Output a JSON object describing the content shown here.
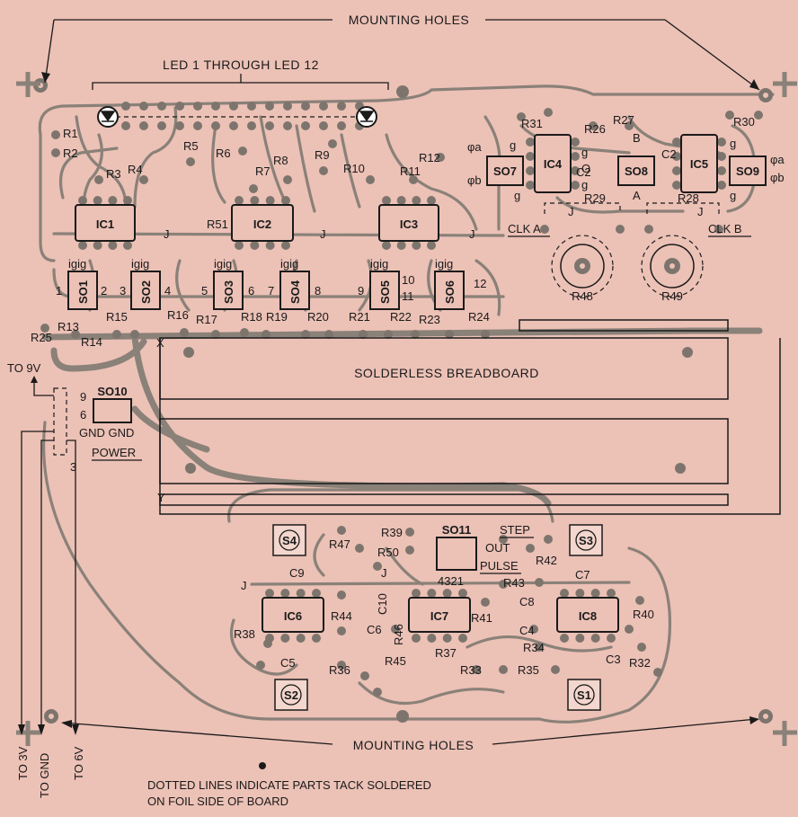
{
  "colors": {
    "board": "#ecc1b6",
    "trace": "#8a8178",
    "ink": "#1a1a1a"
  },
  "headers": {
    "mounting_holes_top": "MOUNTING HOLES",
    "mounting_holes_bottom": "MOUNTING HOLES",
    "leds": "LED 1 THROUGH LED 12",
    "breadboard": "SOLDERLESS BREADBOARD",
    "note_line1": "DOTTED LINES INDICATE PARTS TACK SOLDERED",
    "note_line2": "ON FOIL SIDE OF BOARD"
  },
  "power": {
    "to_9v": "TO 9V",
    "to_3v": "TO 3V",
    "to_gnd": "TO GND",
    "to_6v": "TO 6V",
    "gnd_gnd": "GND GND",
    "power": "POWER",
    "pin9": "9",
    "pin6": "6",
    "pin3": "3"
  },
  "ics": [
    "IC1",
    "IC2",
    "IC3",
    "IC4",
    "IC5",
    "IC6",
    "IC7",
    "IC8"
  ],
  "sockets": [
    "SO1",
    "SO2",
    "SO3",
    "SO4",
    "SO5",
    "SO6",
    "SO7",
    "SO8",
    "SO9",
    "SO10",
    "SO11"
  ],
  "switches": [
    "S1",
    "S2",
    "S3",
    "S4"
  ],
  "pots": [
    "R48",
    "R49"
  ],
  "clocks": {
    "a": "CLK A",
    "b": "CLK B"
  },
  "step": {
    "line1": "STEP",
    "line2": "OUT",
    "line3": "PULSE",
    "pins": "4321"
  },
  "resistors": [
    "R1",
    "R2",
    "R3",
    "R4",
    "R5",
    "R6",
    "R7",
    "R8",
    "R9",
    "R10",
    "R11",
    "R12",
    "R13",
    "R14",
    "R15",
    "R16",
    "R17",
    "R18",
    "R19",
    "R20",
    "R21",
    "R22",
    "R23",
    "R24",
    "R25",
    "R26",
    "R27",
    "R28",
    "R29",
    "R30",
    "R31",
    "R32",
    "R33",
    "R34",
    "R35",
    "R36",
    "R37",
    "R38",
    "R39",
    "R40",
    "R41",
    "R42",
    "R43",
    "R44",
    "R45",
    "R46",
    "R47",
    "R50",
    "R51"
  ],
  "capacitors": [
    "C2",
    "C2",
    "C3",
    "C4",
    "C5",
    "C6",
    "C7",
    "C8",
    "C9",
    "C10"
  ],
  "marks": {
    "j": "J",
    "x": "X",
    "y": "Y",
    "g": "g",
    "A": "A",
    "B": "B",
    "O": "O",
    "phi_a": "φa",
    "phi_b": "φb",
    "igig": "igig",
    "socket_pin_numbers": [
      "1",
      "2",
      "3",
      "4",
      "5",
      "6",
      "7",
      "8",
      "9",
      "10",
      "11",
      "12"
    ]
  }
}
